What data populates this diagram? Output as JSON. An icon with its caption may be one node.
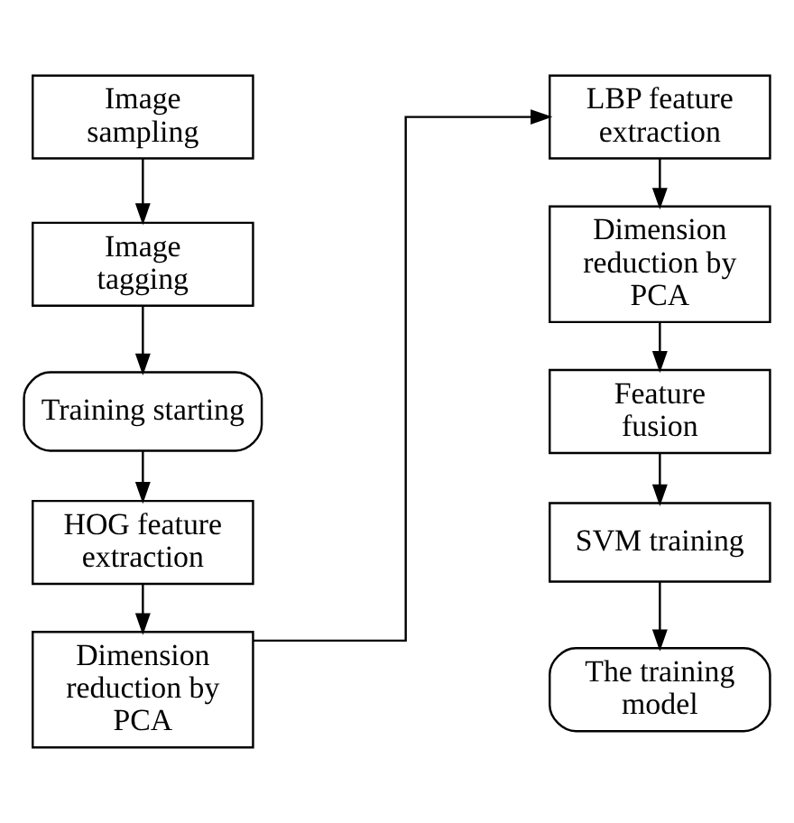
{
  "diagram": {
    "nodes": [
      {
        "text": [
          "Image sampling"
        ]
      },
      {
        "text": [
          "Image tagging"
        ]
      },
      {
        "text": [
          "Training starting"
        ]
      },
      {
        "text": [
          "HOG feature extraction"
        ]
      },
      {
        "text": [
          "Dimension reduction by PCA"
        ]
      },
      {
        "text": [
          "LBP feature extraction"
        ]
      },
      {
        "text": [
          "Dimension reduction by PCA"
        ]
      },
      {
        "text": [
          "Feature fusion"
        ]
      },
      {
        "text": [
          "SVM training"
        ]
      },
      {
        "text": [
          "The training model"
        ]
      }
    ],
    "edges": [
      {
        "from": 0,
        "to": 1,
        "arrow": "to"
      },
      {
        "from": 1,
        "to": 2,
        "arrow": "to"
      },
      {
        "from": 2,
        "to": 3,
        "arrow": "to"
      },
      {
        "from": 3,
        "to": 4,
        "arrow": "to"
      },
      {
        "from": 4,
        "to": 5,
        "arrow": "to"
      },
      {
        "from": 5,
        "to": 6,
        "arrow": "to"
      },
      {
        "from": 6,
        "to": 7,
        "arrow": "to"
      },
      {
        "from": 7,
        "to": 8,
        "arrow": "to"
      },
      {
        "from": 8,
        "to": 9,
        "arrow": "to"
      }
    ]
  }
}
